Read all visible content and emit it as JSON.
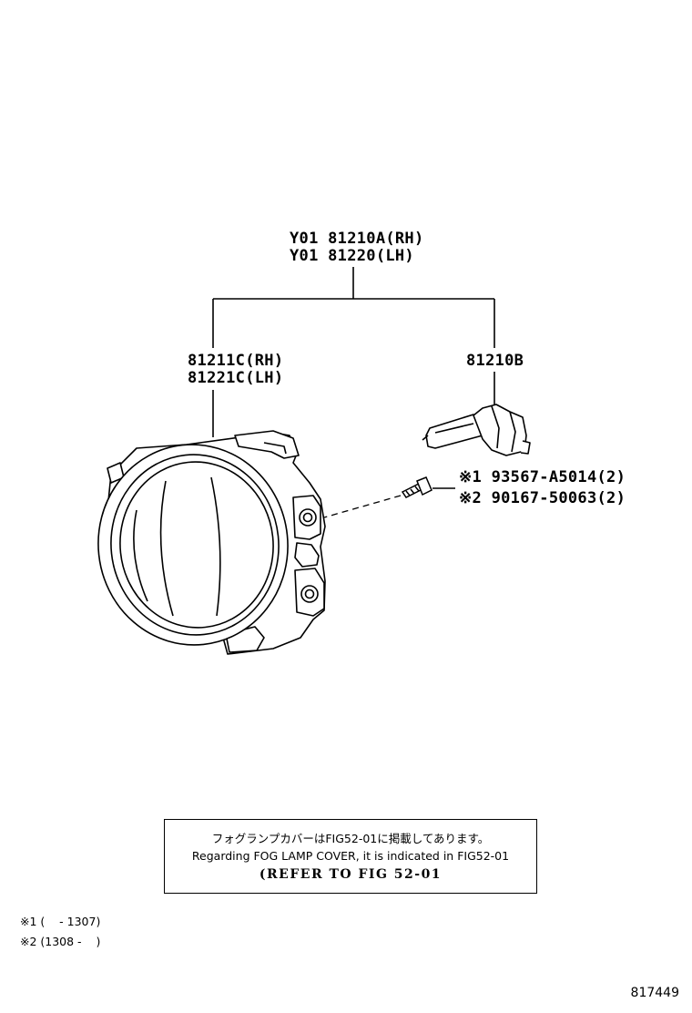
{
  "assembly": {
    "rh_label": "Y01 81210A(RH)",
    "lh_label": "Y01 81220(LH)"
  },
  "housing": {
    "rh_label": "81211C(RH)",
    "lh_label": "81221C(LH)"
  },
  "bulb": {
    "label": "81210B"
  },
  "screws": {
    "screw1_label": "※1 93567-A5014(2)",
    "screw2_label": "※2 90167-50063(2)"
  },
  "note": {
    "line_jp": "フォグランプカバーはFIG52-01に掲載してあります。",
    "line_en": "Regarding FOG LAMP COVER, it is indicated in FIG52-01",
    "line_ref": "(REFER TO FIG 52-01"
  },
  "footnotes": {
    "note1": "※1 (    - 1307)",
    "note2": "※2 (1308 -    )"
  },
  "figure_number": "817449"
}
